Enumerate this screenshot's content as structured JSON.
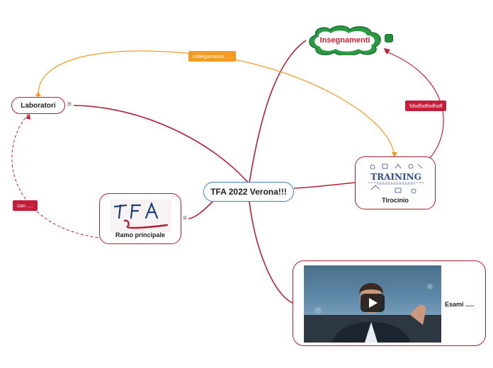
{
  "map": {
    "root": "TFA 2022 Verona!!!",
    "laboratori": "Laboratori",
    "ramo": "Ramo principale",
    "tirocinio": "Tirocinio",
    "esami": "Esami .....",
    "insegnamenti": "Insegnamenti"
  },
  "relations": {
    "collegamento": "collegamento ....",
    "fdsdf": "fdsdfsdfsdfsdf",
    "con": "con ...."
  },
  "images": {
    "training_word": "TRAINING"
  },
  "icons": {
    "menu": "≡"
  },
  "colors": {
    "root_border": "#3b82c4",
    "branch": "#b81f34",
    "relation_orange": "#f59a23",
    "cloud_fill": "#1f8f3a",
    "cloud_text": "#cc1f2f"
  }
}
